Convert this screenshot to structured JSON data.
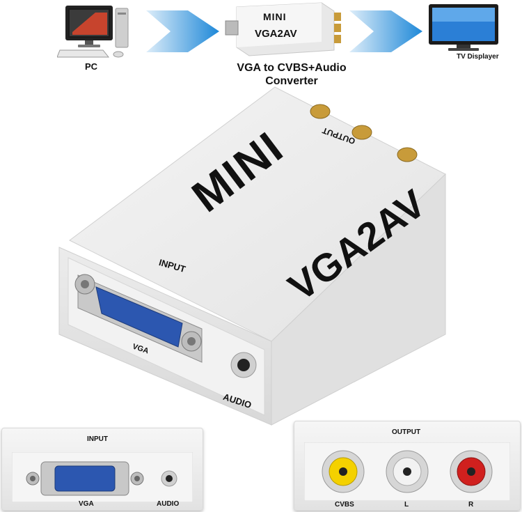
{
  "flow": {
    "pc_label": "PC",
    "tv_label": "TV Displayer",
    "converter_caption_line1": "VGA to CVBS+Audio",
    "converter_caption_line2": "Converter",
    "device_brand": "MINI",
    "device_model": "VGA2AV"
  },
  "device": {
    "top_brand": "MINI",
    "top_model": "VGA2AV",
    "output_label": "OUTPUT",
    "input_label": "INPUT",
    "vga_label": "VGA",
    "audio_label": "AUDIO"
  },
  "bottom_left": {
    "title": "INPUT",
    "vga_label": "VGA",
    "audio_label": "AUDIO"
  },
  "bottom_right": {
    "title": "OUTPUT",
    "cvbs_label": "CVBS",
    "l_label": "L",
    "r_label": "R"
  },
  "colors": {
    "arrow_blue": "#1e88d8",
    "vga_blue": "#2c57b0",
    "rca_yellow": "#f4d100",
    "rca_white": "#f2f2f2",
    "rca_red": "#d0201e"
  }
}
